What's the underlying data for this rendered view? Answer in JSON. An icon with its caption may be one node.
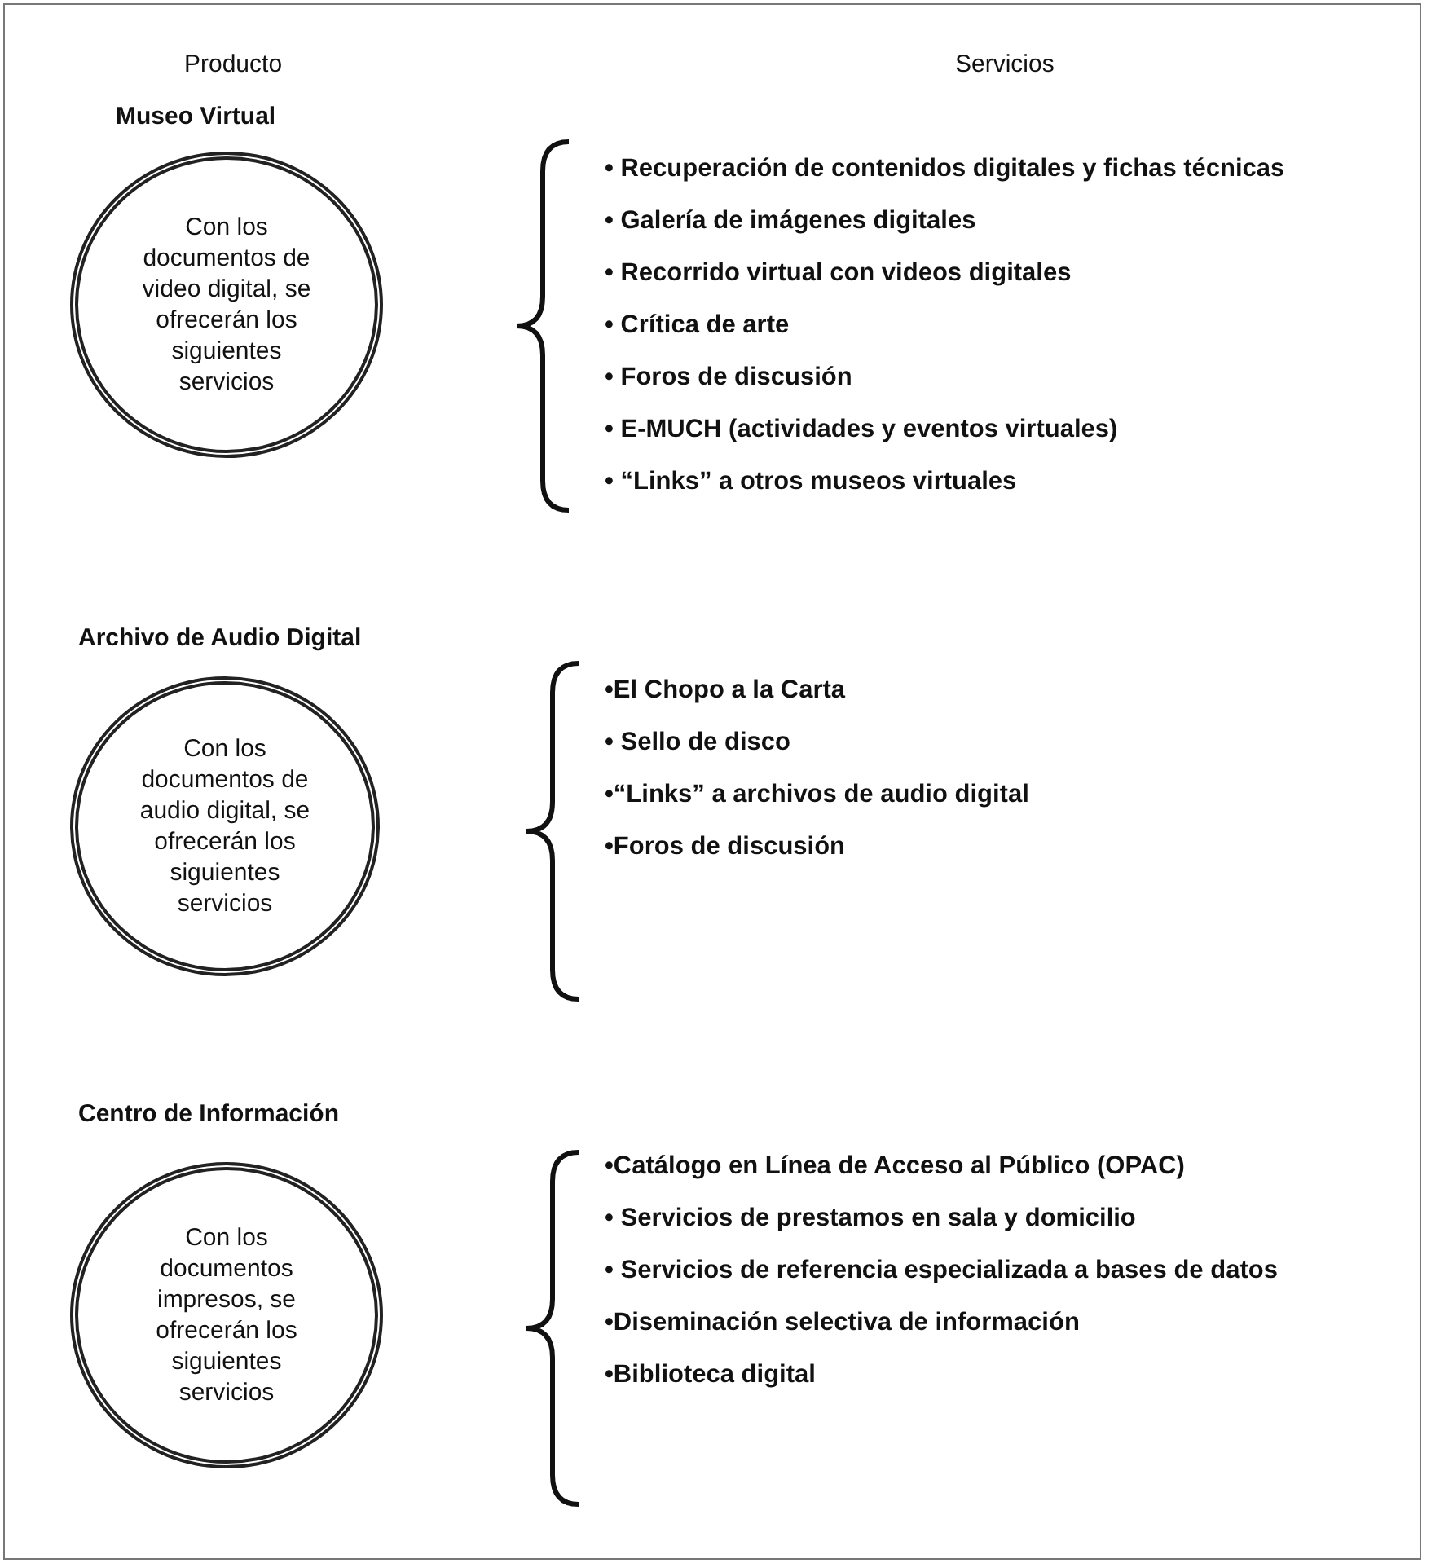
{
  "diagram": {
    "nodes": [
      {
        "text": [
          "Museo Virtual",
          "Con los documentos de video digital, se ofrecerán los siguientes servicios"
        ]
      },
      {
        "text": [
          "Archivo de Audio Digital",
          "Con los documentos de audio digital, se ofrecerán los siguientes servicios"
        ]
      },
      {
        "text": [
          "Centro de Información",
          "Con los documentos impresos, se ofrecerán los siguientes servicios"
        ]
      }
    ],
    "labels": [
      "Producto",
      "Servicios",
      "• Recuperación de contenidos digitales y fichas técnicas",
      "• Galería de imágenes digitales",
      "• Recorrido virtual con videos digitales",
      "• Crítica de arte",
      "• Foros de discusión",
      "• E-MUCH (actividades y eventos virtuales)",
      "• “Links” a otros museos virtuales",
      "•El Chopo a la Carta",
      "• Sello de disco",
      "•“Links” a archivos de audio digital",
      "•Foros de discusión",
      "•Catálogo en Línea de Acceso al Público (OPAC)",
      "• Servicios de prestamos en sala y domicilio",
      "• Servicios de referencia especializada a bases de datos",
      "•Diseminación selectiva de información",
      "•Biblioteca digital"
    ]
  }
}
